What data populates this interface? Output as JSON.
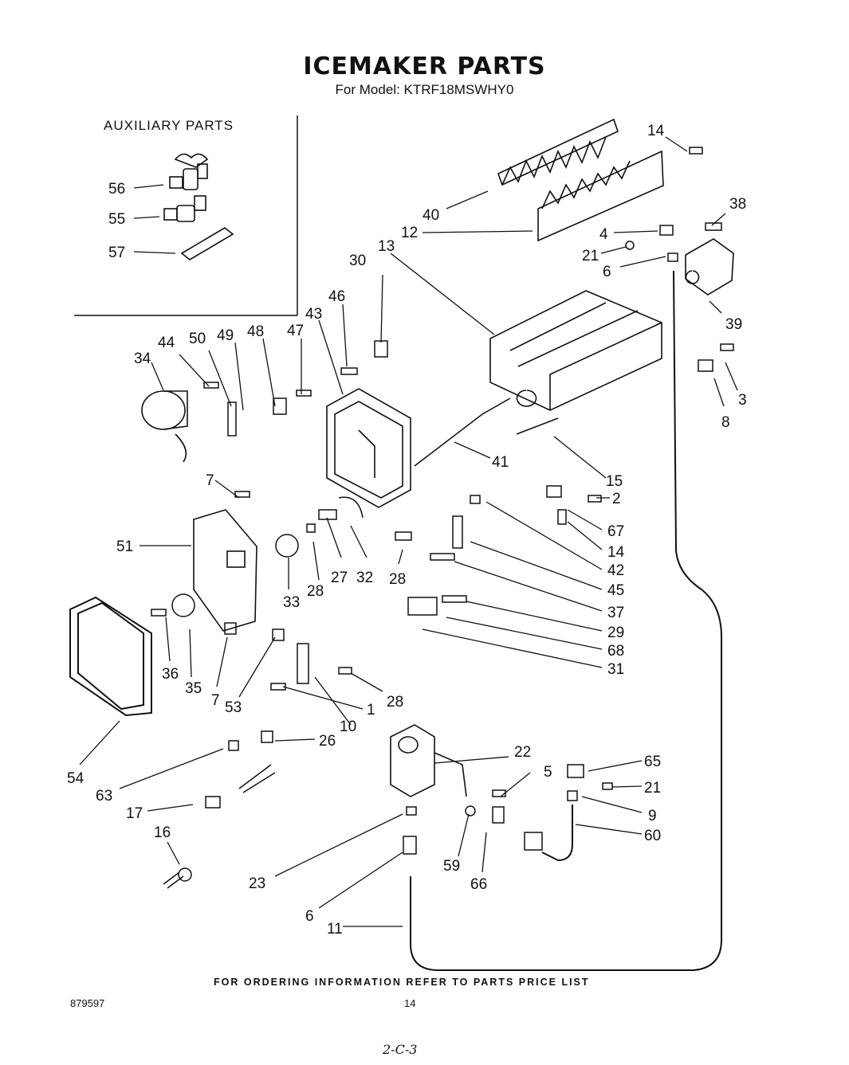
{
  "title": "ICEMAKER PARTS",
  "subtitle": "For Model: KTRF18MSWHY0",
  "auxiliary_title": "AUXILIARY PARTS",
  "footer": "FOR ORDERING INFORMATION REFER TO PARTS PRICE LIST",
  "doc_number": "879597",
  "page_number": "14",
  "handwritten_note": "2-C-3",
  "part_labels": [
    "56",
    "55",
    "57",
    "14",
    "38",
    "40",
    "12",
    "4",
    "21",
    "6",
    "39",
    "30",
    "13",
    "46",
    "43",
    "34",
    "44",
    "50",
    "49",
    "48",
    "47",
    "3",
    "8",
    "41",
    "15",
    "2",
    "7",
    "67",
    "14",
    "51",
    "42",
    "45",
    "37",
    "29",
    "68",
    "31",
    "33",
    "28",
    "27",
    "32",
    "28",
    "36",
    "35",
    "7",
    "53",
    "28",
    "1",
    "10",
    "26",
    "22",
    "65",
    "5",
    "21",
    "9",
    "60",
    "54",
    "63",
    "17",
    "16",
    "23",
    "59",
    "66",
    "6",
    "11"
  ]
}
